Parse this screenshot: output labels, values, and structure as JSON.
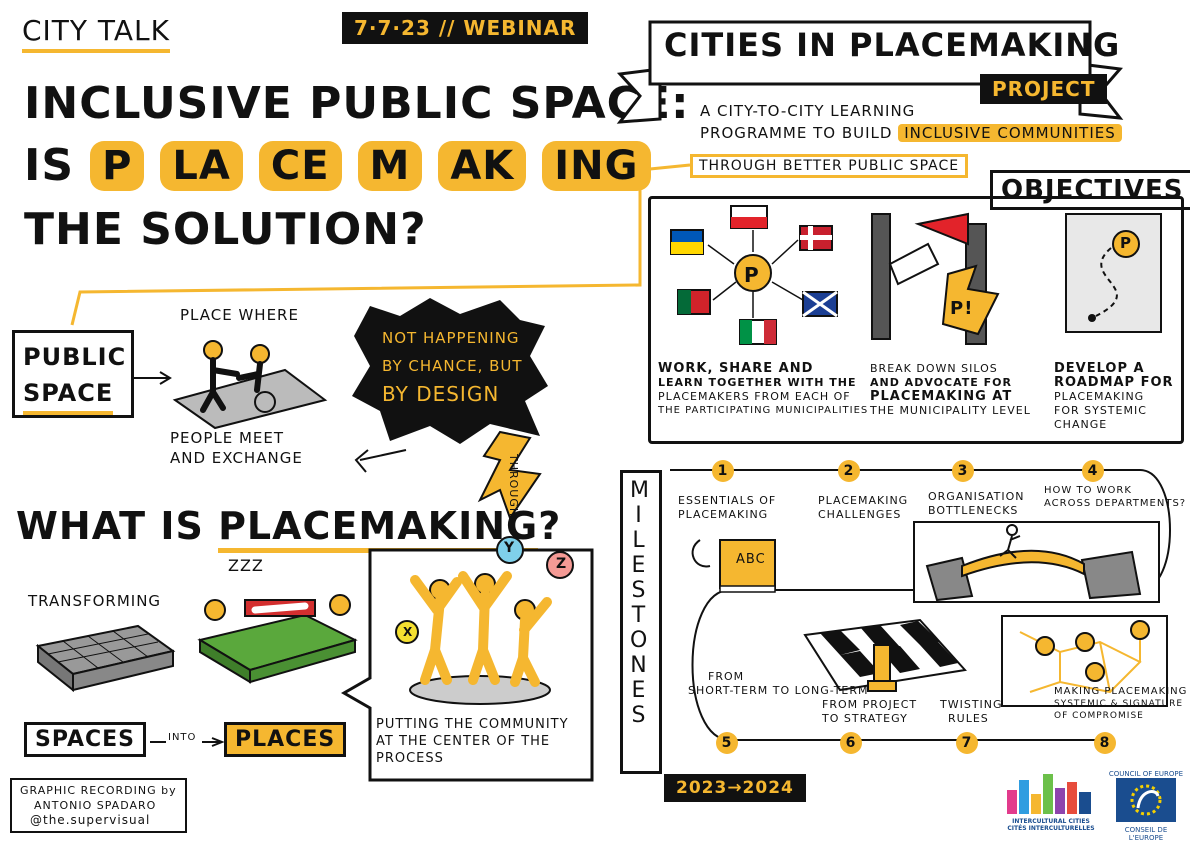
{
  "header": {
    "city_talk": "CITY TALK",
    "date_label": "7·7·23 // WEBINAR",
    "title_line1": "INCLUSIVE PUBLIC SPACE:",
    "title_is": "IS",
    "title_letters": [
      "P",
      "LA",
      "CE",
      "M",
      "AK",
      "ING"
    ],
    "title_line3": "THE SOLUTION?"
  },
  "project": {
    "banner": "CITIES IN PLACEMAKING",
    "tag": "PROJECT",
    "desc1": "A CITY-TO-CITY LEARNING",
    "desc2a": "PROGRAMME TO BUILD ",
    "desc2b": "INCLUSIVE COMMUNITIES",
    "desc3": "THROUGH BETTER PUBLIC SPACE"
  },
  "objectives": {
    "heading": "OBJECTIVES",
    "items": [
      {
        "l1": "WORK, SHARE AND",
        "l2": "LEARN TOGETHER WITH THE",
        "l3": "PLACEMAKERS FROM EACH OF",
        "l4": "THE PARTICIPATING MUNICIPALITIES"
      },
      {
        "l1": "BREAK DOWN SILOS",
        "l2": "AND ADVOCATE FOR",
        "l3": "PLACEMAKING AT",
        "l4": "THE MUNICIPALITY LEVEL"
      },
      {
        "l1": "DEVELOP A",
        "l2": "ROADMAP FOR",
        "l3": "PLACEMAKING",
        "l4": "FOR SYSTEMIC CHANGE"
      }
    ],
    "p_mark": "P",
    "p_excl": "P!"
  },
  "public_space": {
    "label1": "PUBLIC",
    "label2": "SPACE",
    "place_where": "PLACE WHERE",
    "people1": "PEOPLE MEET",
    "people2": "AND EXCHANGE"
  },
  "design_burst": {
    "l1": "NOT HAPPENING",
    "l2": "BY CHANCE, BUT",
    "l3": "BY DESIGN",
    "through": "THROUGH"
  },
  "placemaking": {
    "question_a": "WHAT IS ",
    "question_b": "PLACEMAKING",
    "question_c": "?",
    "transforming": "TRANSFORMING",
    "zzz": "ZZZ",
    "spaces": "SPACES",
    "into": "INTO",
    "places": "PLACES",
    "community1": "PUTTING THE COMMUNITY",
    "community2": "AT THE CENTER OF THE",
    "community3": "PROCESS",
    "bubble_y": "Y",
    "bubble_z": "Z",
    "bubble_x": "X"
  },
  "milestones": {
    "label": "MILESTONES",
    "years": "2023→2024",
    "abc": "ABC",
    "items": [
      {
        "n": "1",
        "t1": "ESSENTIALS OF",
        "t2": "PLACEMAKING"
      },
      {
        "n": "2",
        "t1": "PLACEMAKING",
        "t2": "CHALLENGES"
      },
      {
        "n": "3",
        "t1": "ORGANISATION",
        "t2": "BOTTLENECKS"
      },
      {
        "n": "4",
        "t1": "HOW TO WORK",
        "t2": "ACROSS DEPARTMENTS?"
      },
      {
        "n": "5",
        "t1": "FROM",
        "t2": "SHORT-TERM TO LONG-TERM"
      },
      {
        "n": "6",
        "t1": "FROM PROJECT",
        "t2": "TO STRATEGY"
      },
      {
        "n": "7",
        "t1": "TWISTING",
        "t2": "RULES"
      },
      {
        "n": "8",
        "t1": "MAKING PLACEMAKING",
        "t2": "SYSTEMIC & SIGNATURE OF COMPROMISE"
      }
    ]
  },
  "credits": {
    "l1": "GRAPHIC RECORDING by",
    "l2": "ANTONIO SPADARO",
    "l3": "@the.supervisual"
  },
  "logos": {
    "ic1": "INTERCULTURAL CITIES",
    "ic2": "CITÉS INTERCULTURELLES",
    "coe1": "COUNCIL OF EUROPE",
    "coe2": "CONSEIL DE L'EUROPE"
  },
  "colors": {
    "accent": "#f5b730",
    "ink": "#111111",
    "green": "#5aa83c",
    "coe_blue": "#1a4d8f"
  }
}
